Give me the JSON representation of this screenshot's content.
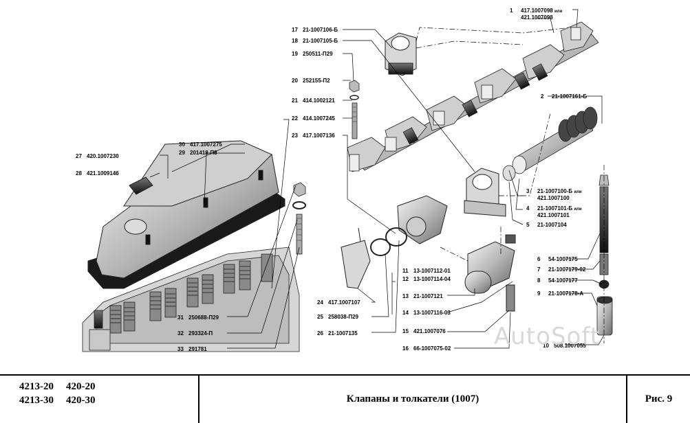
{
  "callouts": [
    {
      "num": "1",
      "part": "417.1007098",
      "or": "или",
      "alt": "421.1007098"
    },
    {
      "num": "2",
      "part": "21-1007161-Б"
    },
    {
      "num": "3",
      "part": "21-1007100-Б",
      "or": "или",
      "alt": "421.1007100"
    },
    {
      "num": "4",
      "part": "21-1007101-Б",
      "or": "или",
      "alt": "421.1007101"
    },
    {
      "num": "5",
      "part": "21-1007104"
    },
    {
      "num": "6",
      "part": "54-1007175"
    },
    {
      "num": "7",
      "part": "21-1007179-02"
    },
    {
      "num": "8",
      "part": "54-1007177"
    },
    {
      "num": "9",
      "part": "21-1007178-А"
    },
    {
      "num": "10",
      "part": "508.1007055"
    },
    {
      "num": "11",
      "part": "13-1007112-01"
    },
    {
      "num": "12",
      "part": "13-1007114-04"
    },
    {
      "num": "13",
      "part": "21-1007121"
    },
    {
      "num": "14",
      "part": "13-1007116-03"
    },
    {
      "num": "15",
      "part": "421.1007076"
    },
    {
      "num": "16",
      "part": "66-1007075-02"
    },
    {
      "num": "17",
      "part": "21-1007106-Б"
    },
    {
      "num": "18",
      "part": "21-1007105-Б"
    },
    {
      "num": "19",
      "part": "250511-П29"
    },
    {
      "num": "20",
      "part": "252155-П2"
    },
    {
      "num": "21",
      "part": "414.1002121"
    },
    {
      "num": "22",
      "part": "414.1007245"
    },
    {
      "num": "23",
      "part": "417.1007136"
    },
    {
      "num": "24",
      "part": "417.1007107"
    },
    {
      "num": "25",
      "part": "258038-П29"
    },
    {
      "num": "26",
      "part": "21-1007135"
    },
    {
      "num": "27",
      "part": "420.1007230"
    },
    {
      "num": "28",
      "part": "421.1009146"
    },
    {
      "num": "29",
      "part": "201418-П8"
    },
    {
      "num": "30",
      "part": "417.1007275"
    },
    {
      "num": "31",
      "part": "250688-П29"
    },
    {
      "num": "32",
      "part": "293324-П"
    },
    {
      "num": "33",
      "part": "291781"
    }
  ],
  "title_block": {
    "models": [
      [
        "4213-20",
        "420-20"
      ],
      [
        "4213-30",
        "420-30"
      ]
    ],
    "title": "Клапаны и толкатели (1007)",
    "figure": "Рис. 9"
  },
  "watermark": "AutoSoft"
}
